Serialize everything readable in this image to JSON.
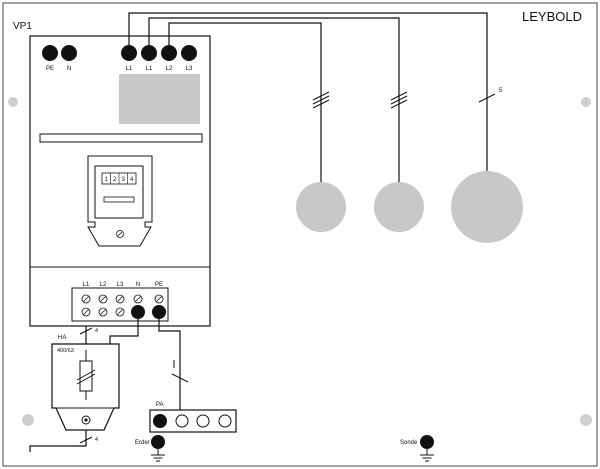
{
  "panel": {
    "id_label": "VP1",
    "brand": "LEYBOLD"
  },
  "terminals_top": {
    "pe": "PE",
    "n": "N",
    "l1a": "L1",
    "l1b": "L1",
    "l2": "L2",
    "l3": "L3"
  },
  "meter": {
    "digits": [
      "1",
      "2",
      "3",
      "4"
    ]
  },
  "terminal_block": {
    "labels": [
      "L1",
      "L2",
      "L3",
      "N",
      "PE"
    ]
  },
  "conductor_counts": {
    "motor_large": "5",
    "ha_in": "4",
    "ha_out": "4"
  },
  "main_switch": {
    "tag": "HA",
    "rating": "400/63"
  },
  "equipotential": {
    "tag": "PA"
  },
  "earth": {
    "erder": "Erder",
    "sonde": "Sonde"
  },
  "colors": {
    "line": "#111111",
    "fill_gray": "#c8c8c8",
    "hole_gray": "#cfcfcf",
    "terminal_black": "#111111",
    "background": "#ffffff"
  }
}
